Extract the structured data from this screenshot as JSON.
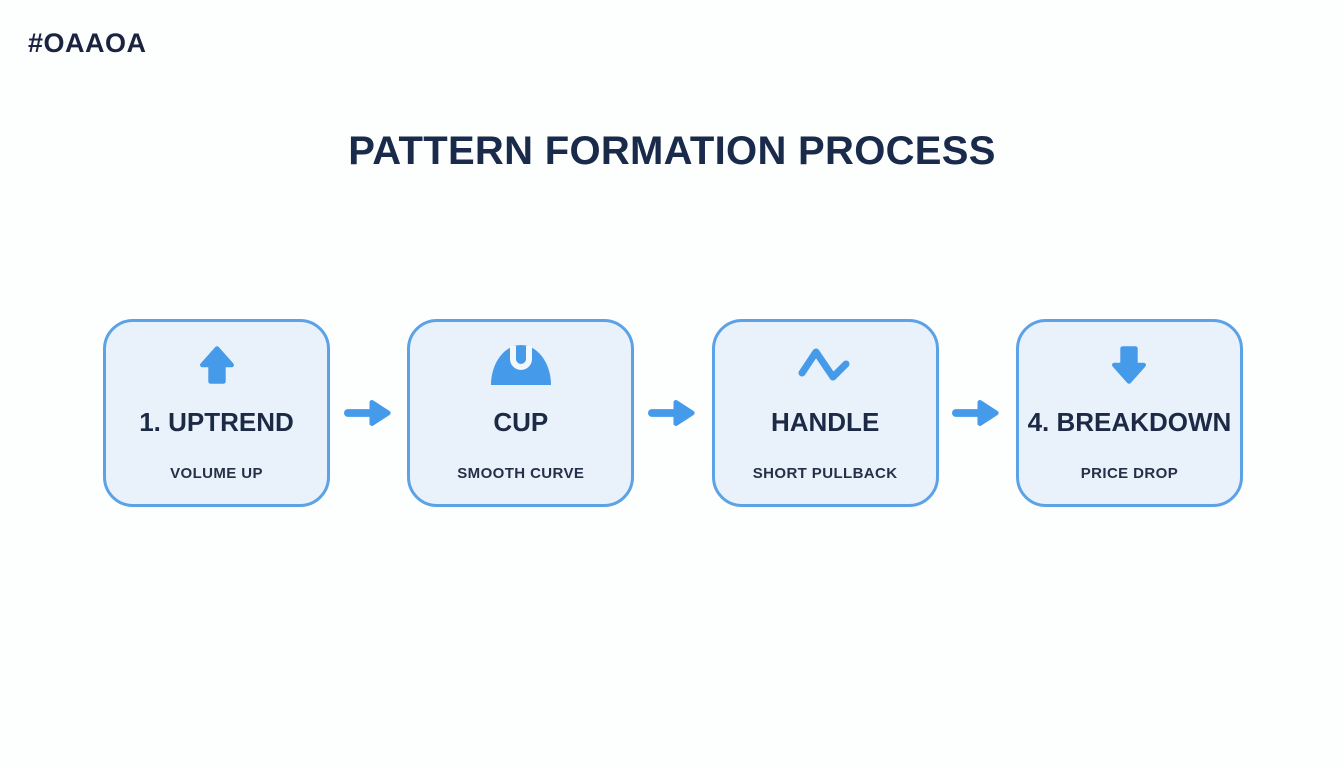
{
  "page": {
    "hashtag": "#OAAOA",
    "title": "PATTERN FORMATION PROCESS"
  },
  "colors": {
    "accent_blue": "#459ae9",
    "box_border": "#5ba2e6",
    "box_background": "#e9f1fa",
    "text_dark_navy": "#1c2a45",
    "page_background": "#fdfefe"
  },
  "flow": {
    "connector_icon": "arrow-right-icon",
    "steps": [
      {
        "icon": "arrow-up-icon",
        "label": "1. UPTREND",
        "sublabel": "VOLUME UP"
      },
      {
        "icon": "cup-icon",
        "label": "CUP",
        "sublabel": "SMOOTH CURVE"
      },
      {
        "icon": "wave-icon",
        "label": "HANDLE",
        "sublabel": "SHORT PULLBACK"
      },
      {
        "icon": "arrow-down-icon",
        "label": "4. BREAKDOWN",
        "sublabel": "PRICE DROP"
      }
    ]
  }
}
